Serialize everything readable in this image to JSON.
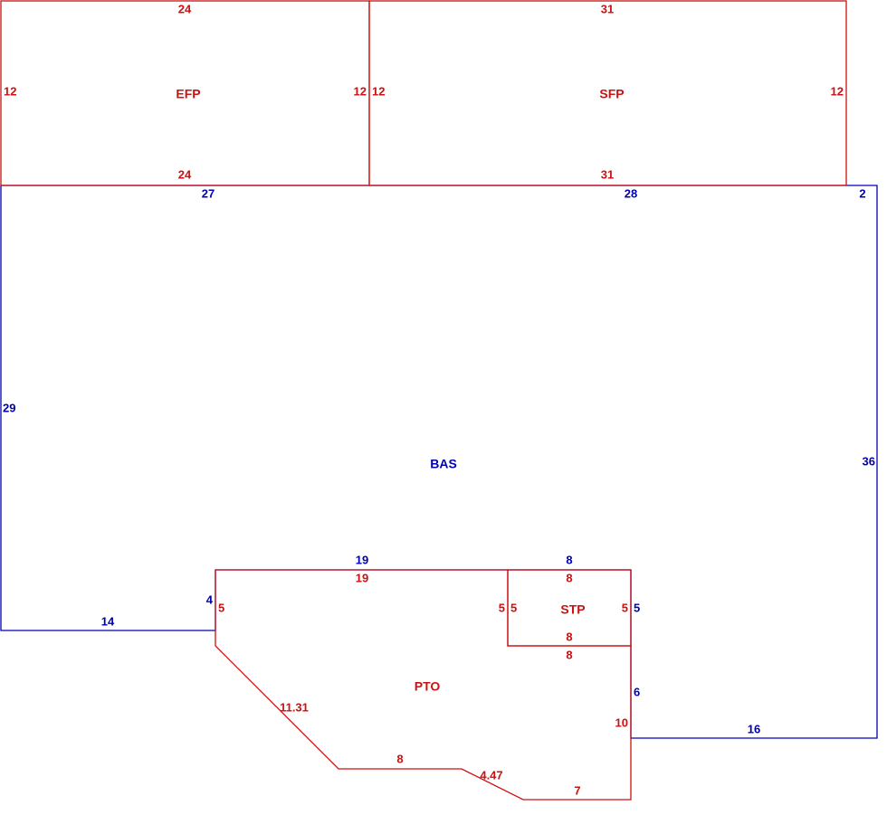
{
  "colors": {
    "red": "#cc1111",
    "blue": "#0000b3"
  },
  "areas": {
    "efp": {
      "label": "EFP",
      "dims": {
        "top": "24",
        "bottom": "24",
        "left": "12",
        "right": "12"
      }
    },
    "sfp": {
      "label": "SFP",
      "dims": {
        "top": "31",
        "bottom": "31",
        "left": "12",
        "right": "12"
      }
    },
    "bas": {
      "label": "BAS",
      "dims": {
        "top_left": "27",
        "top_right": "28",
        "top_jog": "2",
        "left": "29",
        "right": "36",
        "bottom_left": "14",
        "bottom_notch": "4",
        "notch_top_left": "19",
        "notch_top_right": "8",
        "notch_right": "5",
        "notch_lower": "6",
        "bottom_right": "16"
      }
    },
    "stp": {
      "label": "STP",
      "dims": {
        "top": "8",
        "bottom": "8",
        "left": "5",
        "right": "5"
      }
    },
    "pto": {
      "label": "PTO",
      "dims": {
        "top": "19",
        "left": "5",
        "diagonal": "11.31",
        "bottom": "8",
        "small_diagonal": "4.47",
        "bottom_right": "7",
        "right": "10",
        "stp_left": "5",
        "stp_bottom": "8"
      }
    }
  }
}
